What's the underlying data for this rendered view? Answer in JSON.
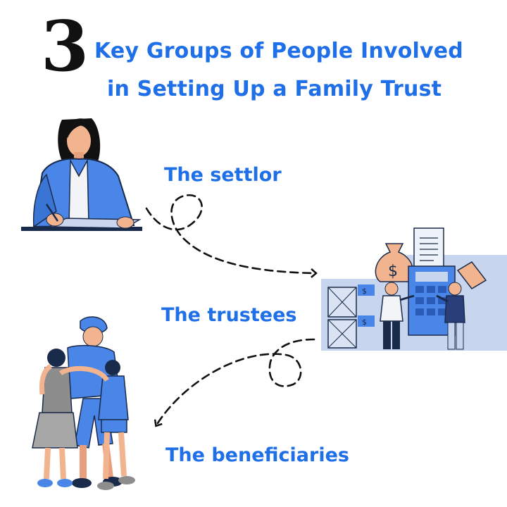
{
  "heading": {
    "number": "3",
    "line1": "Key Groups of People Involved",
    "line2": "in Setting Up a Family Trust"
  },
  "groups": [
    {
      "label": "The settlor",
      "icon": "settlor-illustration"
    },
    {
      "label": "The trustees",
      "icon": "trustees-illustration"
    },
    {
      "label": "The beneficiaries",
      "icon": "beneficiaries-illustration"
    }
  ],
  "colors": {
    "accent": "#1f6fe8",
    "illustration_blue": "#4a86e8",
    "dark_navy": "#1a2a4a",
    "skin": "#f2b48f"
  }
}
